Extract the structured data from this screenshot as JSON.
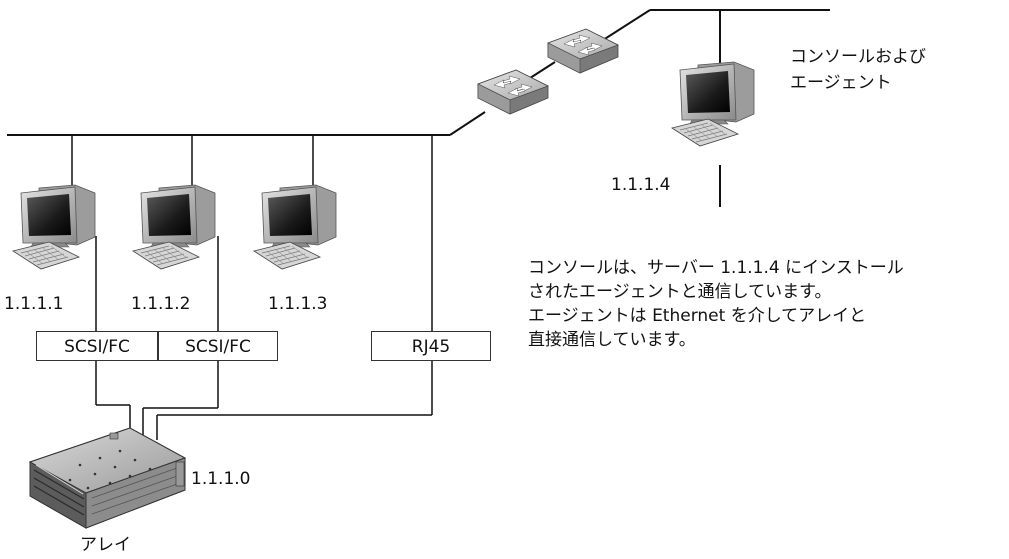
{
  "hosts": [
    {
      "ip": "1.1.1.1"
    },
    {
      "ip": "1.1.1.2"
    },
    {
      "ip": "1.1.1.3"
    }
  ],
  "console_host": {
    "label_line1": "コンソールおよび",
    "label_line2": "エージェント",
    "ip": "1.1.1.4"
  },
  "connections": [
    {
      "label": "SCSI/FC"
    },
    {
      "label": "SCSI/FC"
    },
    {
      "label": "RJ45"
    }
  ],
  "array": {
    "label": "アレイ",
    "ip": "1.1.1.0"
  },
  "description": [
    "コンソールは、サーバー 1.1.1.4 にインストール",
    "されたエージェントと通信しています。",
    "エージェントは Ethernet を介してアレイと",
    "直接通信しています。"
  ]
}
